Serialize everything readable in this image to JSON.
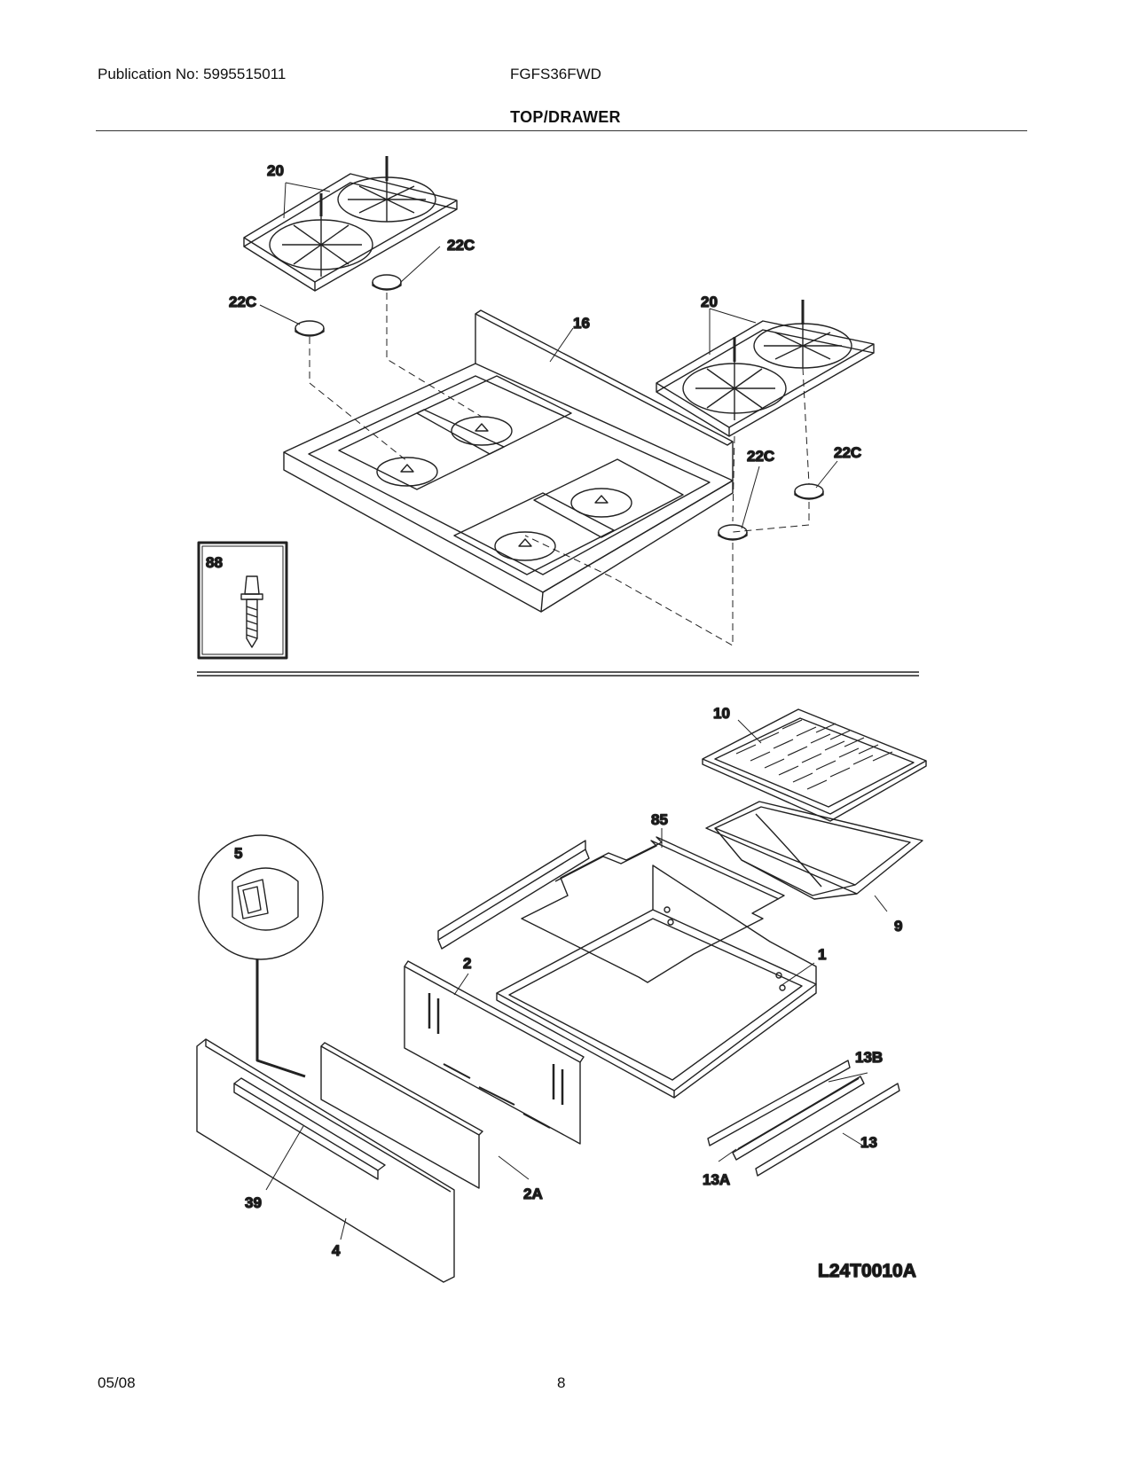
{
  "header": {
    "publication": "Publication No: 5995515011",
    "model": "FGFS36FWD",
    "section_title": "TOP/DRAWER"
  },
  "callouts": {
    "grate_left": "20",
    "grate_right": "20",
    "cap_left_top": "22C",
    "cap_left_bottom": "22C",
    "cap_right_a": "22C",
    "cap_right_b": "22C",
    "cooktop": "16",
    "screw": "88",
    "broiler_grid": "10",
    "broiler_pan": "9",
    "wire_frame": "85",
    "knob": "5",
    "drawer_body": "1",
    "drawer_back": "2",
    "drawer_liner": "2A",
    "handle": "39",
    "drawer_front": "4",
    "slide_13B": "13B",
    "slide_13A": "13A",
    "slide_13": "13"
  },
  "diagram_code": "L24T0010A",
  "footer": {
    "date": "05/08",
    "page": "8"
  }
}
